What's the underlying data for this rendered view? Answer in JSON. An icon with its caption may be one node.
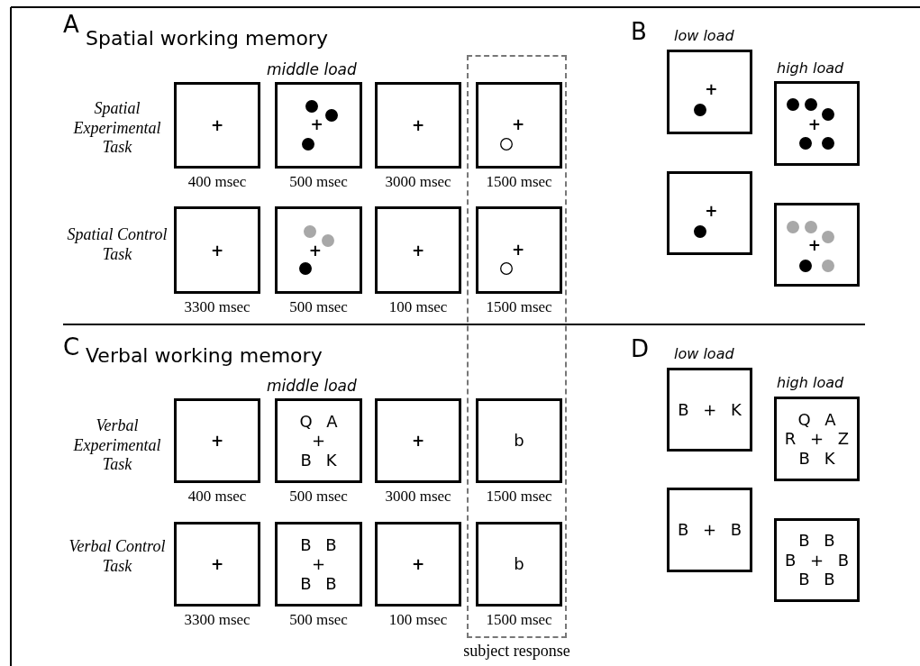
{
  "diagram": {
    "nodes": [
      {
        "text": [
          "subject response"
        ]
      },
      {
        "text": [
          "+"
        ],
        "beside": [
          "400 msec"
        ]
      },
      {
        "text": [
          "+"
        ],
        "beside": [
          "500 msec"
        ]
      },
      {
        "text": [
          "+"
        ],
        "beside": [
          "3000 msec"
        ]
      },
      {
        "text": [
          "+"
        ],
        "beside": [
          "1500 msec"
        ],
        "in": 0
      },
      {
        "text": [
          "+"
        ],
        "beside": [
          "3300 msec"
        ]
      },
      {
        "text": [
          "+"
        ],
        "beside": [
          "500 msec"
        ]
      },
      {
        "text": [
          "+"
        ],
        "beside": [
          "100 msec"
        ]
      },
      {
        "text": [
          "+"
        ],
        "beside": [
          "1500 msec"
        ],
        "in": 0
      },
      {
        "text": [
          "+"
        ]
      },
      {
        "text": [
          "+"
        ]
      },
      {
        "text": [
          "+"
        ]
      },
      {
        "text": [
          "+"
        ]
      },
      {
        "text": [
          "+"
        ],
        "beside": [
          "400 msec"
        ]
      },
      {
        "text": [
          "Q A",
          "+",
          "B K"
        ],
        "beside": [
          "500 msec"
        ]
      },
      {
        "text": [
          "+"
        ],
        "beside": [
          "3000 msec"
        ]
      },
      {
        "text": [
          "b"
        ],
        "beside": [
          "1500 msec"
        ],
        "in": 0
      },
      {
        "text": [
          "+"
        ],
        "beside": [
          "3300 msec"
        ]
      },
      {
        "text": [
          "B B",
          "+",
          "B B"
        ],
        "beside": [
          "500 msec"
        ]
      },
      {
        "text": [
          "+"
        ],
        "beside": [
          "100 msec"
        ]
      },
      {
        "text": [
          "b"
        ],
        "beside": [
          "1500 msec"
        ],
        "in": 0
      },
      {
        "text": [
          "B + K"
        ]
      },
      {
        "text": [
          "Q A",
          "R + Z",
          "B K"
        ]
      },
      {
        "text": [
          "B + B"
        ]
      },
      {
        "text": [
          "B B",
          "B + B",
          "B B"
        ]
      }
    ],
    "labels": [
      "A",
      "Spatial working memory",
      "middle load",
      "Spatial Experimental Task",
      "Spatial Control Task",
      "B",
      "low load",
      "high load",
      "C",
      "Verbal working memory",
      "middle load",
      "Verbal Experimental Task",
      "Verbal Control Task",
      "D",
      "low load",
      "high load"
    ]
  }
}
